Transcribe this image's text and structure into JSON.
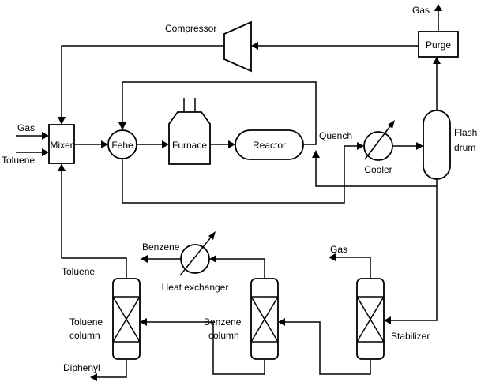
{
  "labels": {
    "gas_top": "Gas",
    "purge": "Purge",
    "compressor": "Compressor",
    "gas_in": "Gas",
    "toluene_in": "Toluene",
    "mixer": "Mixer",
    "fehe": "Fehe",
    "furnace": "Furnace",
    "reactor": "Reactor",
    "quench": "Quench",
    "cooler": "Cooler",
    "flash_1": "Flash",
    "flash_2": "drum",
    "benzene_product": "Benzene",
    "heat_exchanger": "Heat exchanger",
    "gas_stabilizer": "Gas",
    "toluene_recycle": "Toluene",
    "toluene_col_1": "Toluene",
    "toluene_col_2": "column",
    "benzene_col_1": "Benzene",
    "benzene_col_2": "column",
    "stabilizer": "Stabilizer",
    "diphenyl": "Diphenyl"
  }
}
